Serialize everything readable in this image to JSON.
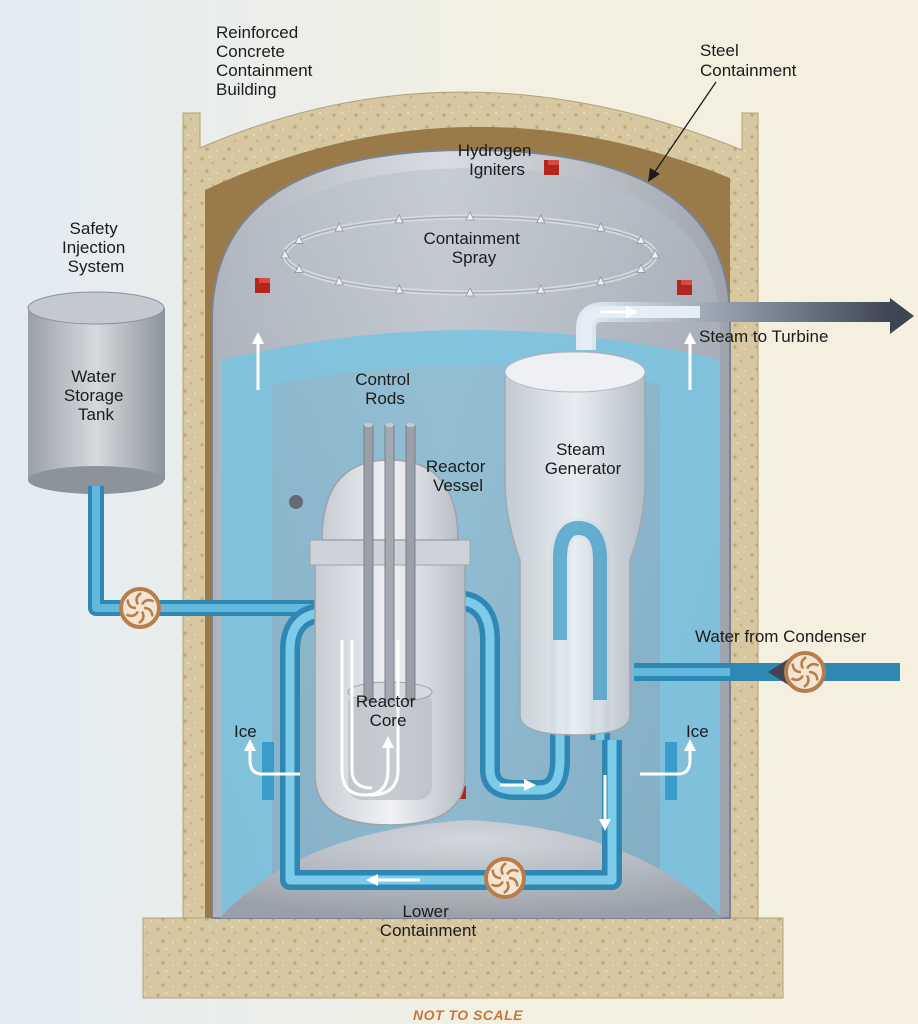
{
  "labels": {
    "concrete_building": [
      "Reinforced",
      "Concrete",
      "Containment",
      "Building"
    ],
    "steel_containment": [
      "Steel",
      "Containment"
    ],
    "hydrogen_igniters": [
      "Hydrogen",
      "Igniters"
    ],
    "containment_spray": [
      "Containment",
      "Spray"
    ],
    "safety_injection": [
      "Safety",
      "Injection",
      "System"
    ],
    "water_storage_tank": [
      "Water",
      "Storage",
      "Tank"
    ],
    "control_rods": [
      "Control",
      "Rods"
    ],
    "reactor_vessel": [
      "Reactor",
      "Vessel"
    ],
    "steam_generator": [
      "Steam",
      "Generator"
    ],
    "steam_to_turbine": "Steam to Turbine",
    "water_from_condenser": "Water from Condenser",
    "reactor_core": [
      "Reactor",
      "Core"
    ],
    "ice_left": "Ice",
    "ice_right": "Ice",
    "lower_containment": [
      "Lower",
      "Containment"
    ],
    "footer_note": "NOT TO SCALE"
  },
  "colors": {
    "concrete": "#d8c9a3",
    "steel_dome": "#c4c9d1",
    "water_pipe": "#4da3c8",
    "ice_compartment": "#7cc3e0",
    "igniter_red": "#b3261e",
    "pump_bronze": "#b87d4b",
    "flow_arrow": "#ffffff"
  },
  "icons": {
    "pump": "pump-icon",
    "igniter": "igniter-icon",
    "spray_nozzle": "spray-nozzle-icon"
  }
}
